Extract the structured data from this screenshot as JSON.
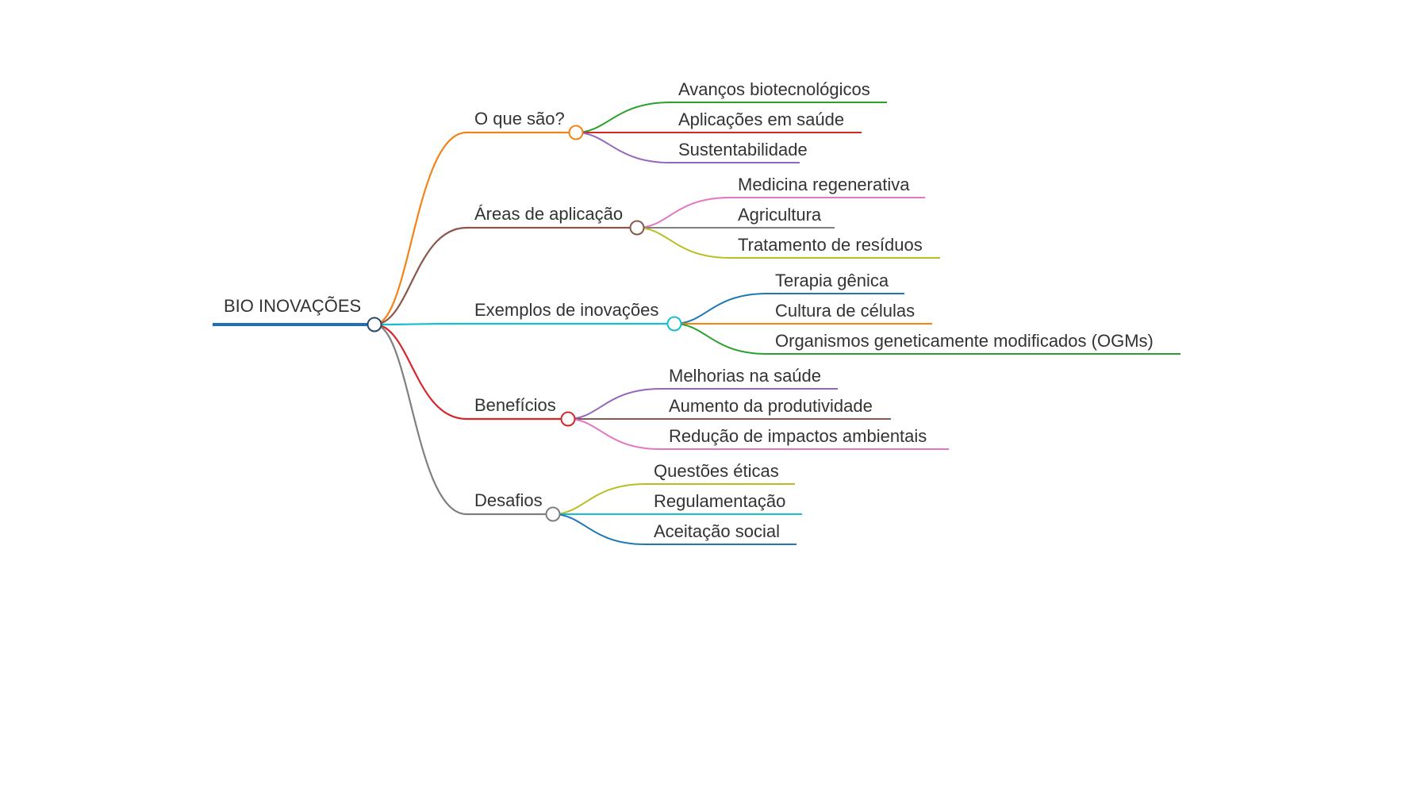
{
  "root": {
    "label": "BIO INOVAÇÕES",
    "color": "#1f6fb4"
  },
  "branches": [
    {
      "label": "O que são?",
      "color": "#f58219",
      "children": [
        {
          "label": "Avanços biotecnológicos",
          "color": "#2ca02c"
        },
        {
          "label": "Aplicações em saúde",
          "color": "#d62728"
        },
        {
          "label": "Sustentabilidade",
          "color": "#9467bd"
        }
      ]
    },
    {
      "label": "Áreas de aplicação",
      "color": "#8c564b",
      "children": [
        {
          "label": "Medicina regenerativa",
          "color": "#e377c2"
        },
        {
          "label": "Agricultura",
          "color": "#7f7f7f"
        },
        {
          "label": "Tratamento de resíduos",
          "color": "#bcbd22"
        }
      ]
    },
    {
      "label": "Exemplos de inovações",
      "color": "#17becf",
      "children": [
        {
          "label": "Terapia gênica",
          "color": "#1f77b4"
        },
        {
          "label": "Cultura de células",
          "color": "#ff7f0e"
        },
        {
          "label": "Organismos geneticamente modificados (OGMs)",
          "color": "#2ca02c"
        }
      ]
    },
    {
      "label": "Benefícios",
      "color": "#d62728",
      "children": [
        {
          "label": "Melhorias na saúde",
          "color": "#9467bd"
        },
        {
          "label": "Aumento da produtividade",
          "color": "#8c564b"
        },
        {
          "label": "Redução de impactos ambientais",
          "color": "#e377c2"
        }
      ]
    },
    {
      "label": "Desafios",
      "color": "#7f7f7f",
      "children": [
        {
          "label": "Questões éticas",
          "color": "#bcbd22"
        },
        {
          "label": "Regulamentação",
          "color": "#17becf"
        },
        {
          "label": "Aceitação social",
          "color": "#1f77b4"
        }
      ]
    }
  ]
}
